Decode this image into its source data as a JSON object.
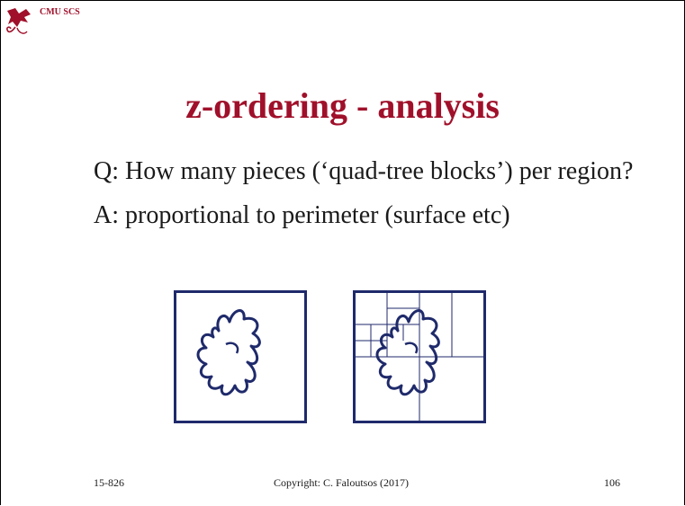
{
  "header": {
    "org": "CMU SCS",
    "logo_icon": "dragon-logo-icon"
  },
  "slide": {
    "title": "z-ordering - analysis",
    "question": "Q: How many pieces (‘quad-tree blocks’) per region?",
    "answer": "A: proportional to perimeter (surface etc)"
  },
  "figures": {
    "left": "region-icon",
    "right": "region-quadtree-icon",
    "stroke_color": "#1f2a6b"
  },
  "footer": {
    "course": "15-826",
    "copyright": "Copyright: C. Faloutsos (2017)",
    "page": "106"
  },
  "colors": {
    "title": "#a0102a",
    "figure": "#1f2a6b"
  }
}
